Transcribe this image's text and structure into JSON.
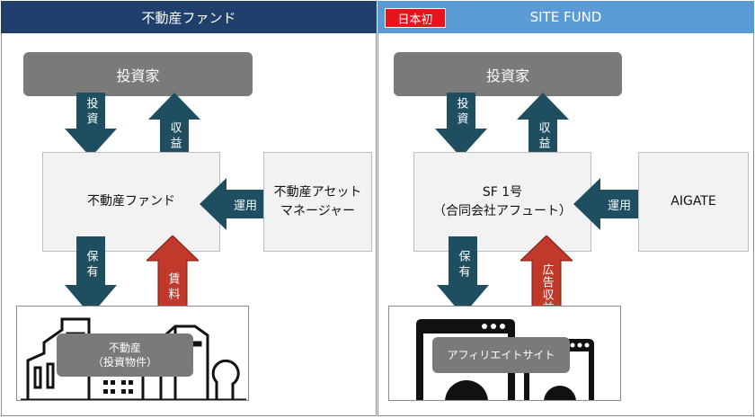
{
  "left": {
    "header": "不動産ファンド",
    "investor": "投資家",
    "invest_label": "投資",
    "return_label": "収益",
    "fund": "不動産ファンド",
    "manage_label": "運用",
    "manager_line1": "不動産アセット",
    "manager_line2": "マネージャー",
    "hold_label": "保有",
    "rent_label": "賃料",
    "asset_line1": "不動産",
    "asset_line2": "（投資物件）"
  },
  "right": {
    "badge": "日本初",
    "header": "SITE FUND",
    "investor": "投資家",
    "invest_label": "投資",
    "return_label": "収益",
    "fund_line1": "SF 1号",
    "fund_line2": "（合同会社アフュート）",
    "manage_label": "運用",
    "manager": "AIGATE",
    "hold_label": "保有",
    "ad_label": "広告収益",
    "asset": "アフィリエイトサイト"
  },
  "colors": {
    "left_header": "#203f6c",
    "right_header": "#5b9bd5",
    "arrow_teal": "#1f4e60",
    "arrow_red": "#c0392b",
    "box_gray": "#7a7a7a",
    "badge_red": "#e8141c"
  }
}
